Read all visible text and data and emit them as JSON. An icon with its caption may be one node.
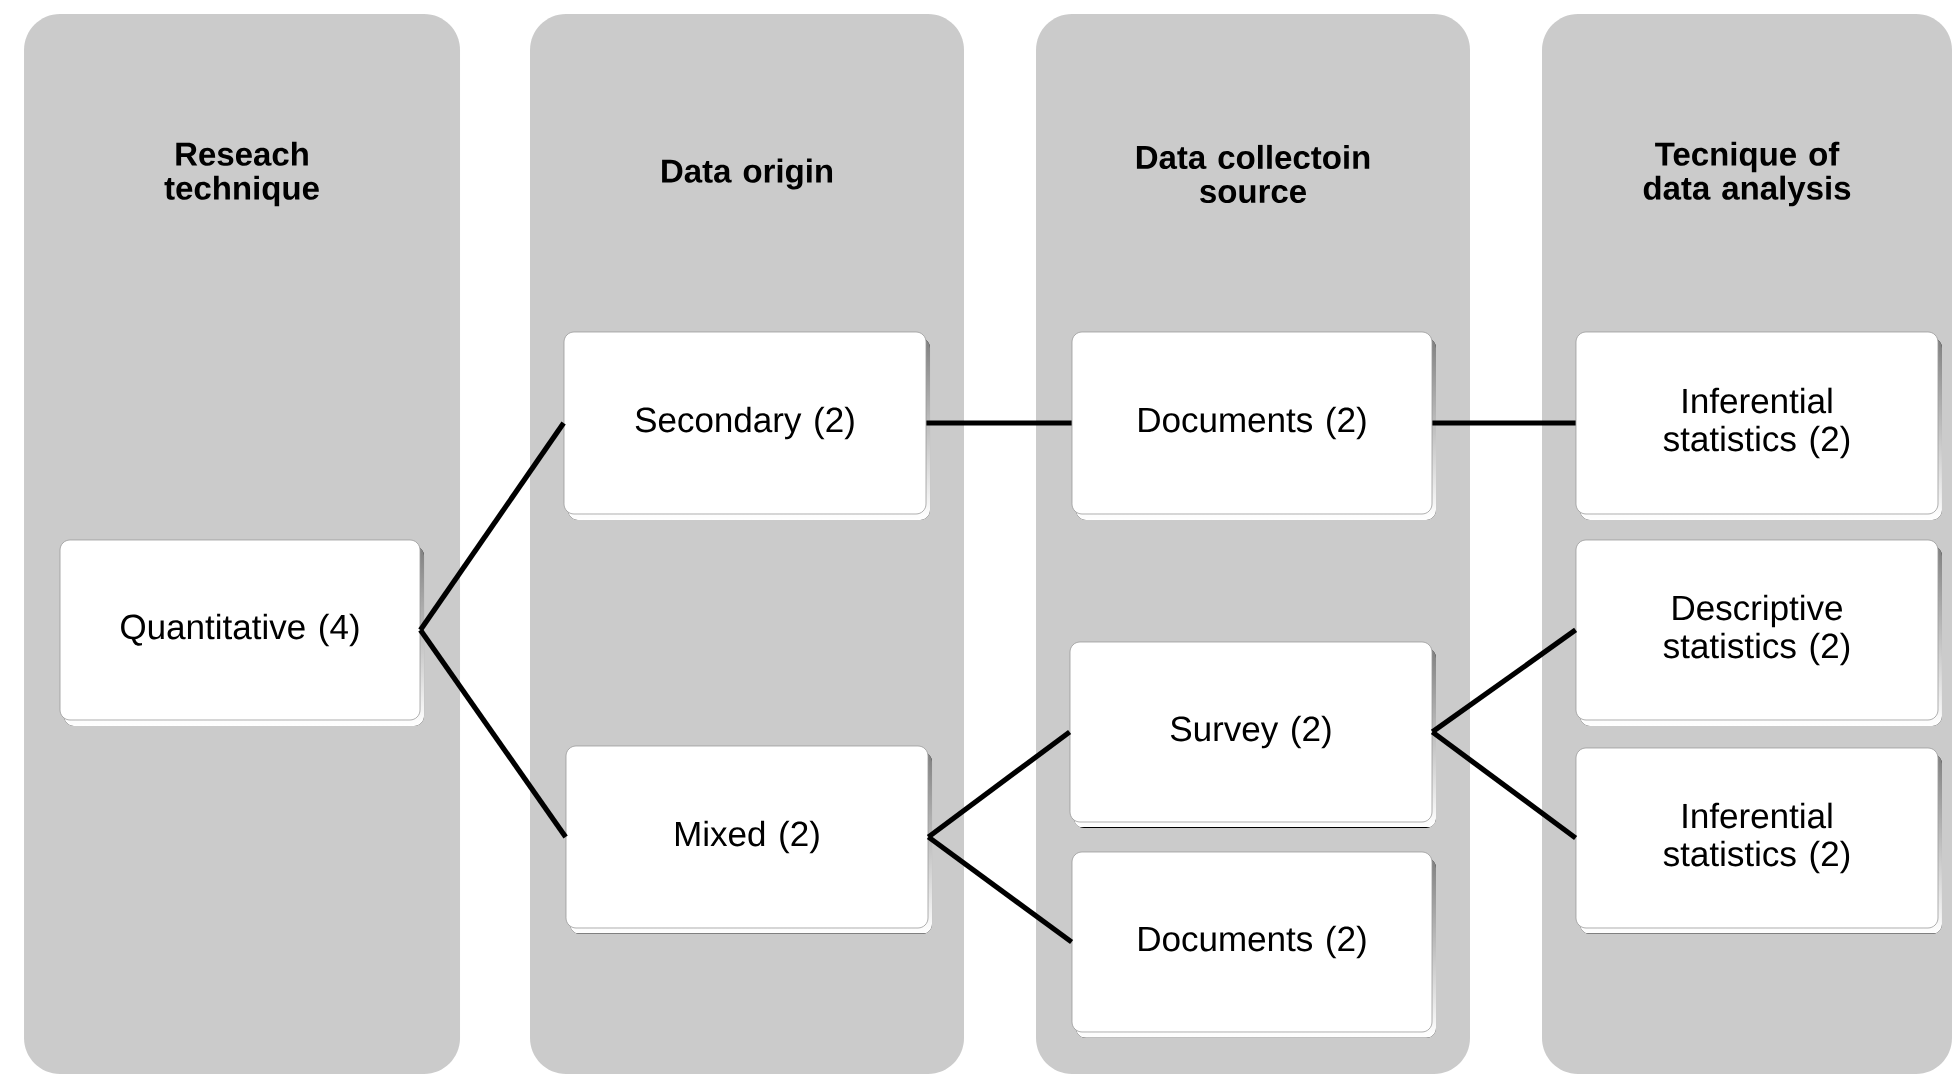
{
  "diagram": {
    "nodes": [
      {
        "text": [
          "Reseach technique"
        ]
      },
      {
        "text": [
          "Quantitative (4)"
        ],
        "in": 0
      },
      {
        "text": [
          "Data origin"
        ]
      },
      {
        "text": [
          "Secondary (2)"
        ],
        "in": 2
      },
      {
        "text": [
          "Mixed (2)"
        ],
        "in": 2
      },
      {
        "text": [
          "Data collectoin source"
        ]
      },
      {
        "text": [
          "Documents (2)"
        ],
        "in": 5
      },
      {
        "text": [
          "Survey (2)"
        ],
        "in": 5
      },
      {
        "text": [
          "Documents (2)"
        ],
        "in": 5
      },
      {
        "text": [
          "Tecnique of data analysis"
        ]
      },
      {
        "text": [
          "Inferential statistics (2)"
        ],
        "in": 9
      },
      {
        "text": [
          "Descriptive statistics (2)"
        ],
        "in": 9
      },
      {
        "text": [
          "Inferential statistics (2)"
        ],
        "in": 9
      }
    ],
    "edges": [
      {
        "from": 1,
        "to": 3,
        "arrow": "none"
      },
      {
        "from": 1,
        "to": 4,
        "arrow": "none"
      },
      {
        "from": 3,
        "to": 6,
        "arrow": "none"
      },
      {
        "from": 6,
        "to": 10,
        "arrow": "none"
      },
      {
        "from": 4,
        "to": 7,
        "arrow": "none"
      },
      {
        "from": 4,
        "to": 8,
        "arrow": "none"
      },
      {
        "from": 7,
        "to": 11,
        "arrow": "none"
      },
      {
        "from": 7,
        "to": 12,
        "arrow": "none"
      }
    ]
  }
}
